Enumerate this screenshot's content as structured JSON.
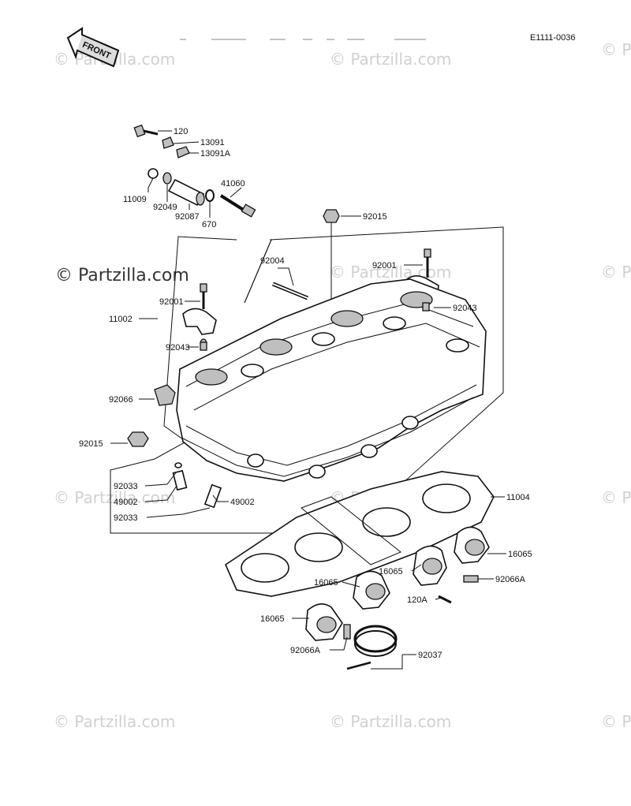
{
  "header": {
    "code": "E1111-0036",
    "front_label": "FRONT"
  },
  "watermark": {
    "text": "© Partzilla.com"
  },
  "colors": {
    "line": "#111111",
    "watermark": "#d0d0d0",
    "background": "#ffffff"
  },
  "callouts": {
    "c120": "120",
    "c13091": "13091",
    "c13091A": "13091A",
    "c41060": "41060",
    "c11009": "11009",
    "c92049": "92049",
    "c92087": "92087",
    "c670": "670",
    "c92015_top": "92015",
    "c92004": "92004",
    "c92001_right": "92001",
    "c92001_left": "92001",
    "c92043_right": "92043",
    "c11002": "11002",
    "c92043_left": "92043",
    "c92066": "92066",
    "c92015_left": "92015",
    "c92033_a": "92033",
    "c49002_a": "49002",
    "c49002_b": "49002",
    "c92033_b": "92033",
    "c11004": "11004",
    "c16065_a": "16065",
    "c16065_b": "16065",
    "c16065_c": "16065",
    "c16065_d": "16065",
    "c92066A_right": "92066A",
    "c120A": "120A",
    "c92066A_bottom": "92066A",
    "c92037": "92037"
  }
}
